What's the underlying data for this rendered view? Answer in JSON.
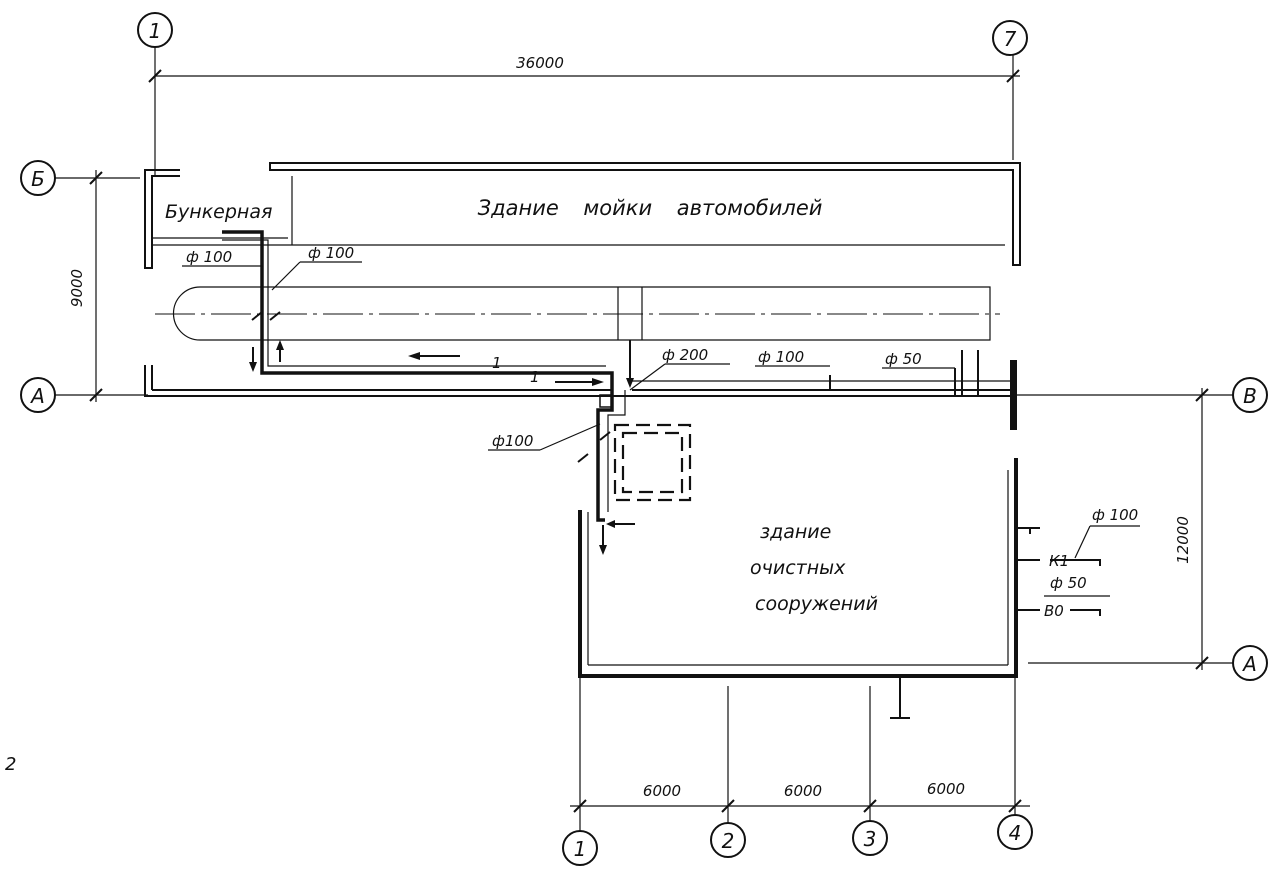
{
  "axes": {
    "top_left": "1",
    "top_right": "7",
    "left_B": "Б",
    "left_A": "А",
    "right_V": "В",
    "right_A": "А",
    "bottom": [
      "1",
      "2",
      "3",
      "4"
    ]
  },
  "dimensions": {
    "top": "36000",
    "left": "9000",
    "right": "12000",
    "bottom": [
      "6000",
      "6000",
      "6000"
    ]
  },
  "labels": {
    "bunker": "Бункерная",
    "wash_building": "Здание мойки автомобилей",
    "treatment_line1": "здание",
    "treatment_line2": "очистных",
    "treatment_line3": "сооружений"
  },
  "pipes": {
    "d100_a": "ф 100",
    "d100_b": "ф 100",
    "d200": "ф 200",
    "d100_c": "ф 100",
    "d50_a": "ф 50",
    "d100_left": "ф100",
    "d100_right": "ф 100",
    "d50_right": "ф 50",
    "k1": "К1",
    "v0": "В0",
    "line_1a": "1",
    "line_1b": "1"
  },
  "margin_mark": "2"
}
